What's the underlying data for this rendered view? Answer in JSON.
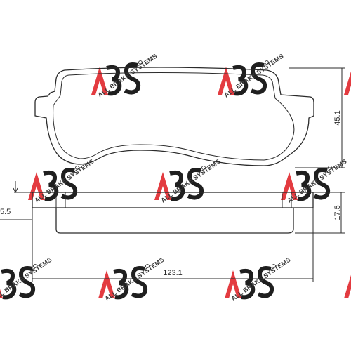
{
  "dimensions": {
    "height_label": "45.1",
    "thickness_label": "17.5",
    "width_label": "123.1",
    "offset_label": "5.5"
  },
  "watermark": {
    "brand_text": "ALL BRAKE SYSTEMS",
    "accent_color": "#e0262b",
    "mark_color": "#1f1f1f"
  },
  "colors": {
    "line": "#2b2b2b",
    "background": "#ffffff"
  }
}
